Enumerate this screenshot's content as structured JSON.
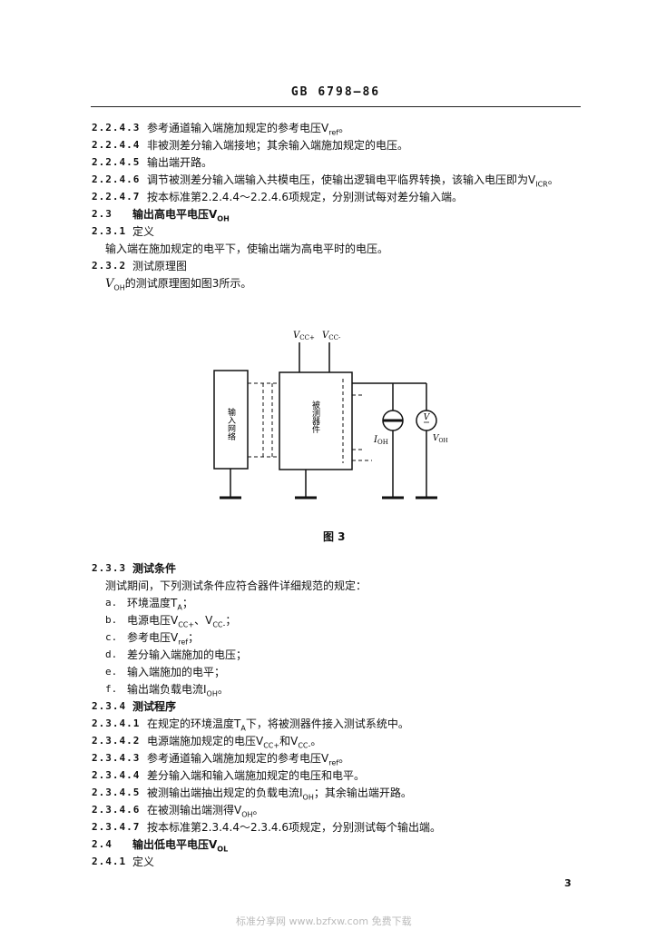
{
  "header": {
    "standard_no": "GB 6798—86"
  },
  "lines": [
    {
      "num": "2.2.4.3",
      "text": "参考通道输入端施加规定的参考电压V",
      "sub": "ref",
      "tail": "。"
    },
    {
      "num": "2.2.4.4",
      "text": "非被测差分输入端接地；其余输入端施加规定的电压。"
    },
    {
      "num": "2.2.4.5",
      "text": "输出端开路。"
    },
    {
      "num": "2.2.4.6",
      "text": "调节被测差分输入端输入共模电压，使输出逻辑电平临界转换，该输入电压即为V",
      "sub": "ICR",
      "tail": "。"
    },
    {
      "num": "2.2.4.7",
      "text": "按本标准第2.2.4.4～2.2.4.6项规定，分别测试每对差分输入端。"
    },
    {
      "num": "2.3",
      "text": "输出高电平电压V",
      "sub": "OH",
      "tail": "",
      "bold": true
    },
    {
      "num": "2.3.1",
      "text": "定义"
    },
    {
      "text": "输入端在施加规定的电平下，使输出端为高电平时的电压。",
      "para": true
    },
    {
      "num": "2.3.2",
      "text": "测试原理图"
    },
    {
      "text": "V",
      "sub": "OH",
      "tail": "的测试原理图如图3所示。",
      "para": true
    }
  ],
  "figure": {
    "supply_label_1": "V",
    "supply_sub_1": "CC+",
    "supply_label_2": "V",
    "supply_sub_2": "CC-",
    "input_block": "输入网络",
    "dut_block": "被测器件",
    "meter_letter": "V",
    "current_label": "I",
    "current_sub": "OH",
    "voltage_label": "V",
    "voltage_sub": "OH",
    "caption": "图 3"
  },
  "conditions": {
    "num": "2.3.3",
    "title": "测试条件",
    "intro": "测试期间，下列测试条件应符合器件详细规范的规定：",
    "items": [
      {
        "label": "a.",
        "text": "环境温度T",
        "sub": "A",
        "tail": "；"
      },
      {
        "label": "b.",
        "text": "电源电压V",
        "sub": "CC+",
        "tail": "、V",
        "sub2": "CC-",
        "tail2": "；"
      },
      {
        "label": "c.",
        "text": "参考电压V",
        "sub": "ref",
        "tail": "；"
      },
      {
        "label": "d.",
        "text": "差分输入端施加的电压；"
      },
      {
        "label": "e.",
        "text": "输入端施加的电平；"
      },
      {
        "label": "f.",
        "text": "输出端负载电流I",
        "sub": "OH",
        "tail": "。"
      }
    ]
  },
  "procedure": [
    {
      "num": "2.3.4",
      "text": "测试程序",
      "sec": true
    },
    {
      "num": "2.3.4.1",
      "text": "在规定的环境温度T",
      "sub": "A",
      "tail": "下，将被测器件接入测试系统中。"
    },
    {
      "num": "2.3.4.2",
      "text": "电源端施加规定的电压V",
      "sub": "CC+",
      "tail": "和V",
      "sub2": "CC-",
      "tail2": "。"
    },
    {
      "num": "2.3.4.3",
      "text": "参考通道输入端施加规定的参考电压V",
      "sub": "ref",
      "tail": "。"
    },
    {
      "num": "2.3.4.4",
      "text": "差分输入端和输入端施加规定的电压和电平。"
    },
    {
      "num": "2.3.4.5",
      "text": "被测输出端抽出规定的负载电流I",
      "sub": "OH",
      "tail": "；其余输出端开路。"
    },
    {
      "num": "2.3.4.6",
      "text": "在被测输出端测得V",
      "sub": "OH",
      "tail": "。"
    },
    {
      "num": "2.3.4.7",
      "text": "按本标准第2.3.4.4～2.3.4.6项规定，分别测试每个输出端。"
    },
    {
      "num": "2.4",
      "text": "输出低电平电压V",
      "sub": "OL",
      "tail": "",
      "bold": true,
      "sec": true
    },
    {
      "num": "2.4.1",
      "text": "定义",
      "sec": true
    }
  ],
  "page_number": "3",
  "watermark": "标准分享网 www.bzfxw.com 免费下载"
}
